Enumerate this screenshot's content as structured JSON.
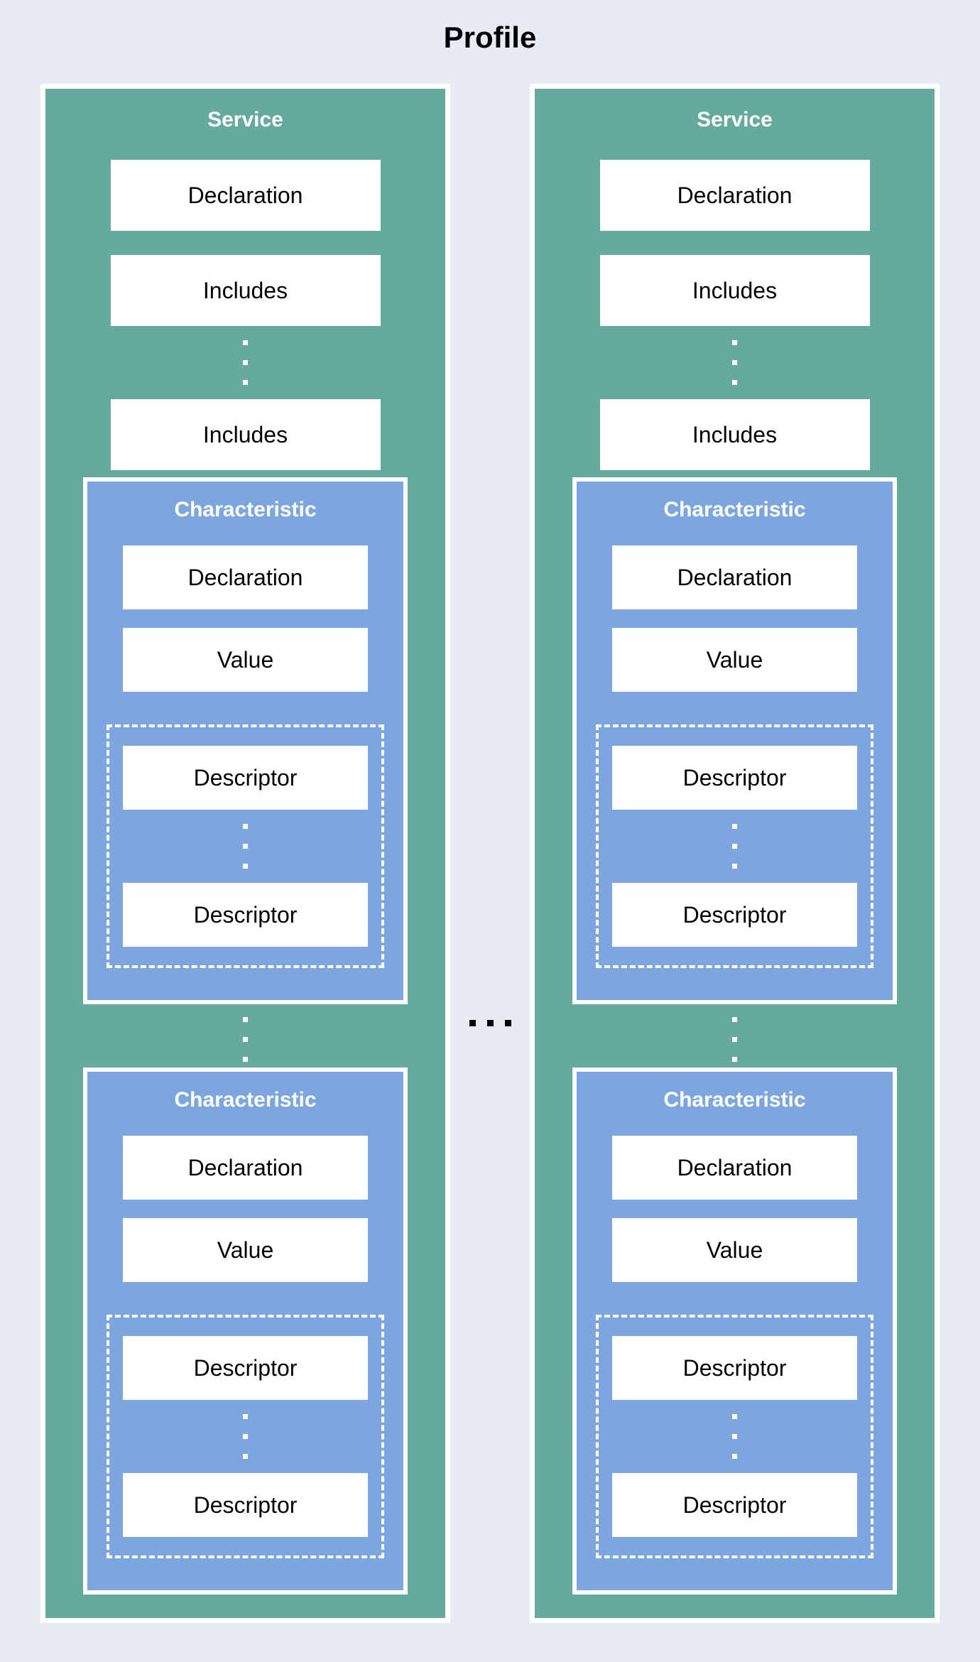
{
  "profile": {
    "title": "Profile"
  },
  "colors": {
    "background": "#e7ecf4",
    "service_fill": "#66aa9e",
    "characteristic_fill": "#7da6de",
    "box_fill": "#ffffff",
    "text_dark": "#000000",
    "text_light": "#ffffff"
  },
  "services": [
    {
      "title": "Service",
      "declaration": "Declaration",
      "includes": [
        "Includes",
        "Includes"
      ],
      "characteristics": [
        {
          "title": "Characteristic",
          "declaration": "Declaration",
          "value": "Value",
          "descriptors": [
            "Descriptor",
            "Descriptor"
          ]
        },
        {
          "title": "Characteristic",
          "declaration": "Declaration",
          "value": "Value",
          "descriptors": [
            "Descriptor",
            "Descriptor"
          ]
        }
      ]
    },
    {
      "title": "Service",
      "declaration": "Declaration",
      "includes": [
        "Includes",
        "Includes"
      ],
      "characteristics": [
        {
          "title": "Characteristic",
          "declaration": "Declaration",
          "value": "Value",
          "descriptors": [
            "Descriptor",
            "Descriptor"
          ]
        },
        {
          "title": "Characteristic",
          "declaration": "Declaration",
          "value": "Value",
          "descriptors": [
            "Descriptor",
            "Descriptor"
          ]
        }
      ]
    }
  ]
}
